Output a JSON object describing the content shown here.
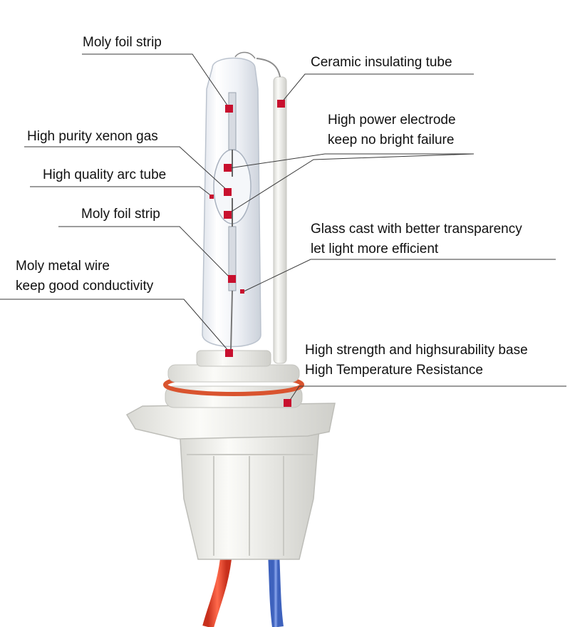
{
  "colors": {
    "marker": "#c8102e",
    "leader": "#3a3a3a",
    "text": "#111111",
    "red_wire": "#e8452c",
    "blue_wire": "#5b7fd6",
    "base": "#f2f2ee",
    "oring": "#d9542f"
  },
  "callouts": {
    "moly_foil_top": {
      "lines": [
        "Moly foil strip"
      ]
    },
    "ceramic_tube": {
      "lines": [
        "Ceramic insulating tube"
      ]
    },
    "electrode": {
      "lines": [
        "High power electrode",
        "keep no bright failure"
      ]
    },
    "xenon_gas": {
      "lines": [
        "High purity xenon gas"
      ]
    },
    "arc_tube": {
      "lines": [
        "High quality arc tube"
      ]
    },
    "moly_foil_mid": {
      "lines": [
        "Moly foil strip"
      ]
    },
    "glass_cast": {
      "lines": [
        "Glass cast with better transparency",
        "let light more efficient"
      ]
    },
    "moly_wire": {
      "lines": [
        "Moly metal wire",
        "keep good conductivity"
      ]
    },
    "base": {
      "lines": [
        "High strength and highsurability base",
        "High Temperature Resistance"
      ]
    }
  }
}
